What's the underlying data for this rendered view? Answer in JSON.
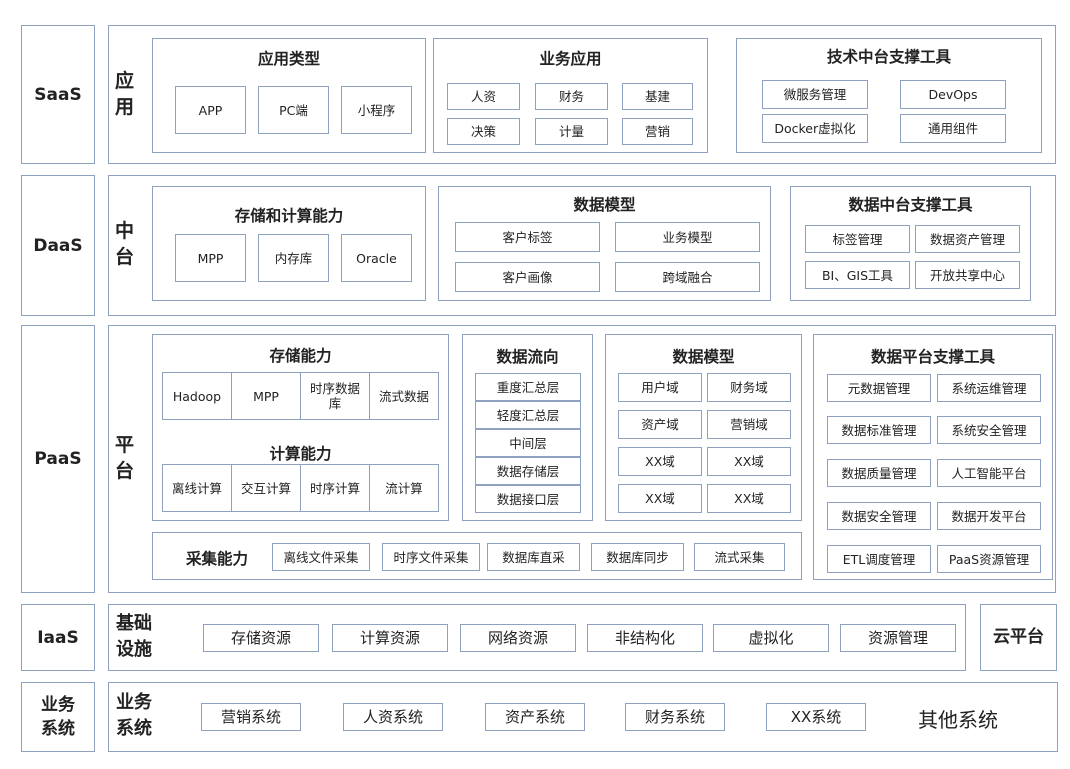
{
  "layers": {
    "saas": "SaaS",
    "daas": "DaaS",
    "paas": "PaaS",
    "iaas": "IaaS",
    "biz": "业务\n系统"
  },
  "saas": {
    "side": "应\n用",
    "app_types": {
      "title": "应用类型",
      "items": [
        "APP",
        "PC端",
        "小程序"
      ]
    },
    "biz_apps": {
      "title": "业务应用",
      "items": [
        "人资",
        "财务",
        "基建",
        "决策",
        "计量",
        "营销"
      ]
    },
    "tech_tools": {
      "title": "技术中台支撑工具",
      "items": [
        "微服务管理",
        "DevOps",
        "Docker虚拟化",
        "通用组件"
      ]
    }
  },
  "daas": {
    "side": "中\n台",
    "storage_compute": {
      "title": "存储和计算能力",
      "items": [
        "MPP",
        "内存库",
        "Oracle"
      ]
    },
    "data_model": {
      "title": "数据模型",
      "items": [
        "客户标签",
        "业务模型",
        "客户画像",
        "跨域融合"
      ]
    },
    "data_tools": {
      "title": "数据中台支撑工具",
      "items": [
        "标签管理",
        "数据资产管理",
        "BI、GIS工具",
        "开放共享中心"
      ]
    }
  },
  "paas": {
    "side": "平\n台",
    "storage": {
      "title": "存储能力",
      "items": [
        "Hadoop",
        "MPP",
        "时序数据\n库",
        "流式数据"
      ]
    },
    "compute": {
      "title": "计算能力",
      "items": [
        "离线计算",
        "交互计算",
        "时序计算",
        "流计算"
      ]
    },
    "flow": {
      "title": "数据流向",
      "items": [
        "重度汇总层",
        "轻度汇总层",
        "中间层",
        "数据存储层",
        "数据接口层"
      ]
    },
    "model": {
      "title": "数据模型",
      "items": [
        "用户域",
        "财务域",
        "资产域",
        "营销域",
        "XX域",
        "XX域",
        "XX域",
        "XX域"
      ]
    },
    "platform_tools": {
      "title": "数据平台支撑工具",
      "items": [
        "元数据管理",
        "系统运维管理",
        "数据标准管理",
        "系统安全管理",
        "数据质量管理",
        "人工智能平台",
        "数据安全管理",
        "数据开发平台",
        "ETL调度管理",
        "PaaS资源管理"
      ]
    },
    "collect": {
      "title": "采集能力",
      "items": [
        "离线文件采集",
        "时序文件采集",
        "数据库直采",
        "数据库同步",
        "流式采集"
      ]
    }
  },
  "iaas": {
    "side": "基础\n设施",
    "items": [
      "存储资源",
      "计算资源",
      "网络资源",
      "非结构化",
      "虚拟化",
      "资源管理"
    ],
    "cloud": "云平台"
  },
  "biz": {
    "side": "业务\n系统",
    "items": [
      "营销系统",
      "人资系统",
      "资产系统",
      "财务系统",
      "XX系统"
    ],
    "other": "其他系统"
  }
}
